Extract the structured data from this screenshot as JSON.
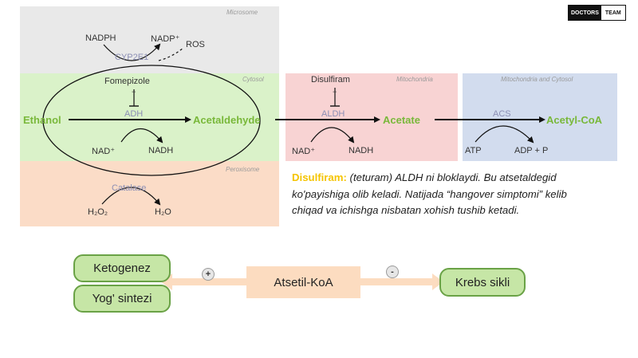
{
  "logo": {
    "left": "DOCTORS",
    "right": "TEAM"
  },
  "regions": {
    "microsome": "Microsome",
    "cytosol": "Cytosol",
    "peroxisome": "Peroxisome",
    "mitochondria": "Mitochondria",
    "mito_cytosol": "Mitochondria and Cytosol"
  },
  "microsome": {
    "nadph": "NADPH",
    "nadp_plus": "NADP⁺",
    "ros": "ROS",
    "enzyme": "CYP2E1"
  },
  "cytosol": {
    "inhibitor": "Fomepizole",
    "enzyme": "ADH",
    "substrate": "Ethanol",
    "product": "Acetaldehyde",
    "cofactor_in": "NAD⁺",
    "cofactor_out": "NADH"
  },
  "peroxisome": {
    "enzyme": "Catalase",
    "h2o2": "H₂O₂",
    "h2o": "H₂O"
  },
  "mitochondria": {
    "inhibitor": "Disulfiram",
    "enzyme": "ALDH",
    "product": "Acetate",
    "cofactor_in": "NAD⁺",
    "cofactor_out": "NADH"
  },
  "mito_cytosol": {
    "enzyme": "ACS",
    "product": "Acetyl-CoA",
    "atp": "ATP",
    "adp": "ADP + P"
  },
  "inhibit_symbol": "−",
  "description": {
    "keyword": "Disulfiram:",
    "text": " (teturam) ALDH ni bloklaydi. Bu atsetaldegid ko'payishiga olib keladi. Natijada “hangover simptomi” kelib chiqad va ichishga nisbatan xohish tushib ketadi."
  },
  "bottom": {
    "center": "Atsetil-KoA",
    "left_top": "Ketogenez",
    "left_bottom": "Yog' sintezi",
    "right": "Krebs sikli",
    "plus": "+",
    "minus": "-"
  },
  "colors": {
    "microsome": "#e9e9e9",
    "cytosol": "#daf2c9",
    "peroxisome": "#fbdcc7",
    "mitochondria": "#f8d3d3",
    "mito_cytosol": "#d2dcee",
    "green_text": "#79b83a",
    "pill_fill": "#c6e6a6",
    "center_fill": "#fcdcc0"
  }
}
